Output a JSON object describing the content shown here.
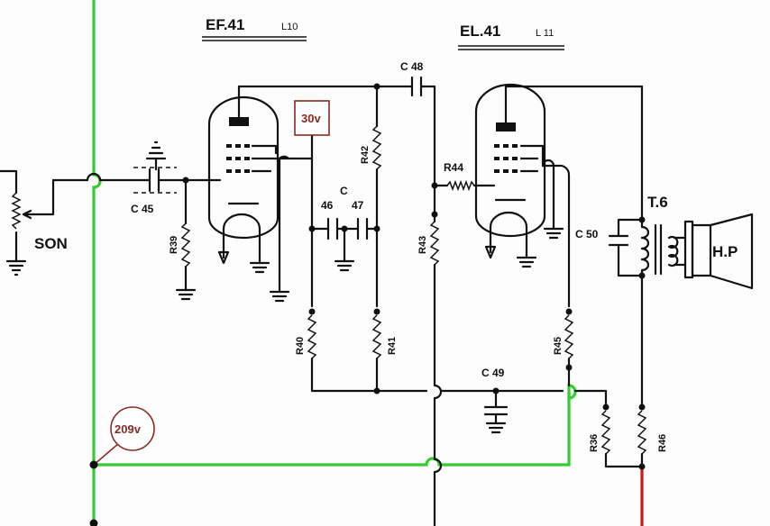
{
  "tubes": {
    "ef41": {
      "name": "EF.41",
      "socket": "L10"
    },
    "el41": {
      "name": "EL.41",
      "socket": "L 11"
    }
  },
  "labels": {
    "son": "SON",
    "transformer": "T.6",
    "speaker": "H.P",
    "c_pair": "C",
    "c46": "46",
    "c47": "47"
  },
  "components": {
    "c45": "C 45",
    "c48": "C 48",
    "c49": "C 49",
    "c50": "C 50",
    "r36": "R36",
    "r39": "R39",
    "r40": "R40",
    "r41": "R41",
    "r42": "R42",
    "r43": "R43",
    "r44": "R44",
    "r45": "R45",
    "r46": "R46"
  },
  "voltages": {
    "screen": "30v",
    "supply": "209v"
  },
  "colors": {
    "wire": "#111111",
    "supply_rail": "#33cc33",
    "hv_wire": "#cc1a1a",
    "voltage_marker": "#8b2a1f"
  }
}
